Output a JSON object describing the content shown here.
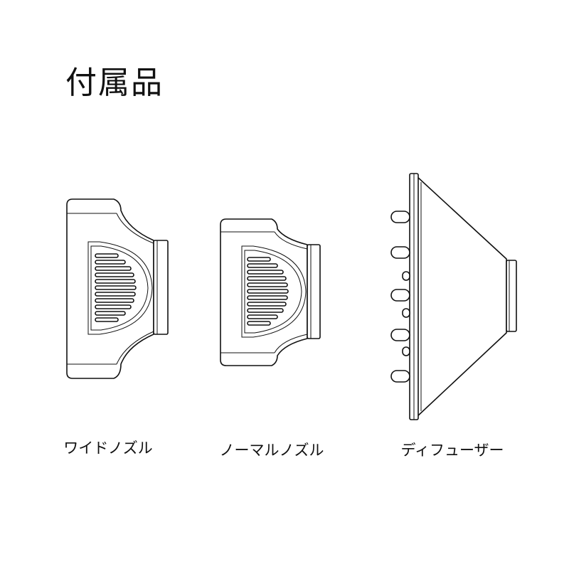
{
  "page": {
    "title": "付属品"
  },
  "accessories": [
    {
      "id": "wide-nozzle",
      "name": "ワイドノズル"
    },
    {
      "id": "normal-nozzle",
      "name": "ノーマルノズル"
    },
    {
      "id": "diffuser",
      "name": "ディフューザー"
    }
  ]
}
